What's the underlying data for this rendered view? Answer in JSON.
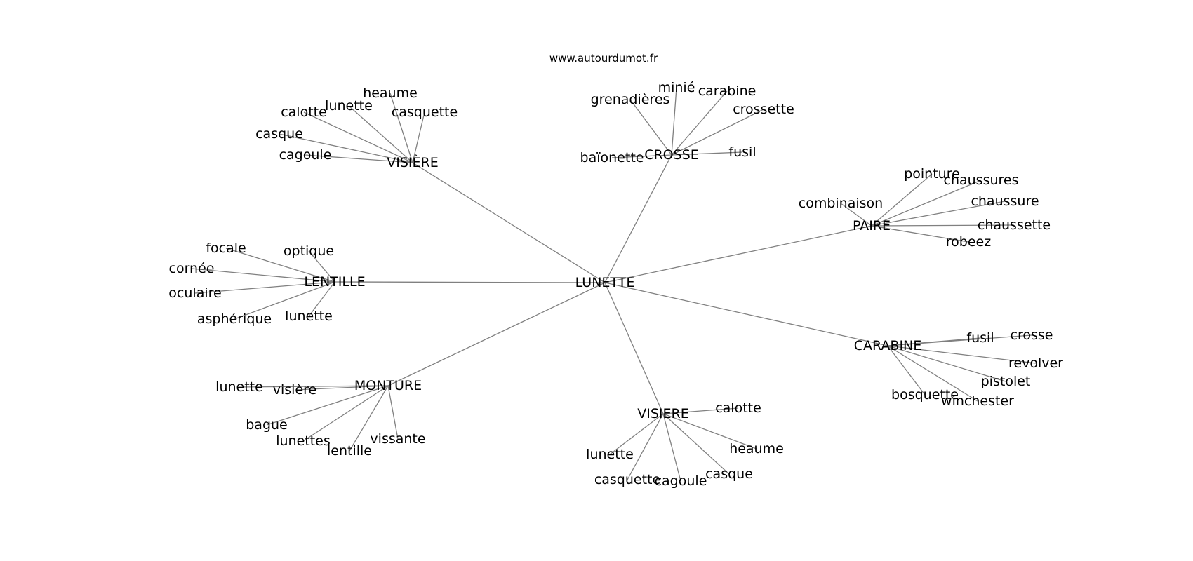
{
  "source": "www.autourdumot.fr",
  "graph": {
    "root": "LUNETTE",
    "clusters": [
      {
        "hub": "VISIÈRE",
        "words": [
          "heaume",
          "lunette",
          "calotte",
          "casquette",
          "casque",
          "cagoule"
        ]
      },
      {
        "hub": "CROSSE",
        "words": [
          "minié",
          "carabine",
          "grenadières",
          "crossette",
          "fusil",
          "baïonette"
        ]
      },
      {
        "hub": "PAIRE",
        "words": [
          "pointure",
          "chaussures",
          "combinaison",
          "chaussure",
          "chaussette",
          "robeez"
        ]
      },
      {
        "hub": "LENTILLE",
        "words": [
          "focale",
          "optique",
          "cornée",
          "oculaire",
          "asphérique",
          "lunette"
        ]
      },
      {
        "hub": "CARABINE",
        "words": [
          "fusil",
          "crosse",
          "revolver",
          "pistolet",
          "bosquette",
          "winchester"
        ]
      },
      {
        "hub": "MONTURE",
        "words": [
          "lunette",
          "visière",
          "bague",
          "lunettes",
          "lentille",
          "vissante"
        ]
      },
      {
        "hub": "VISIERE",
        "words": [
          "calotte",
          "heaume",
          "lunette",
          "casquette",
          "cagoule",
          "casque"
        ]
      }
    ]
  }
}
